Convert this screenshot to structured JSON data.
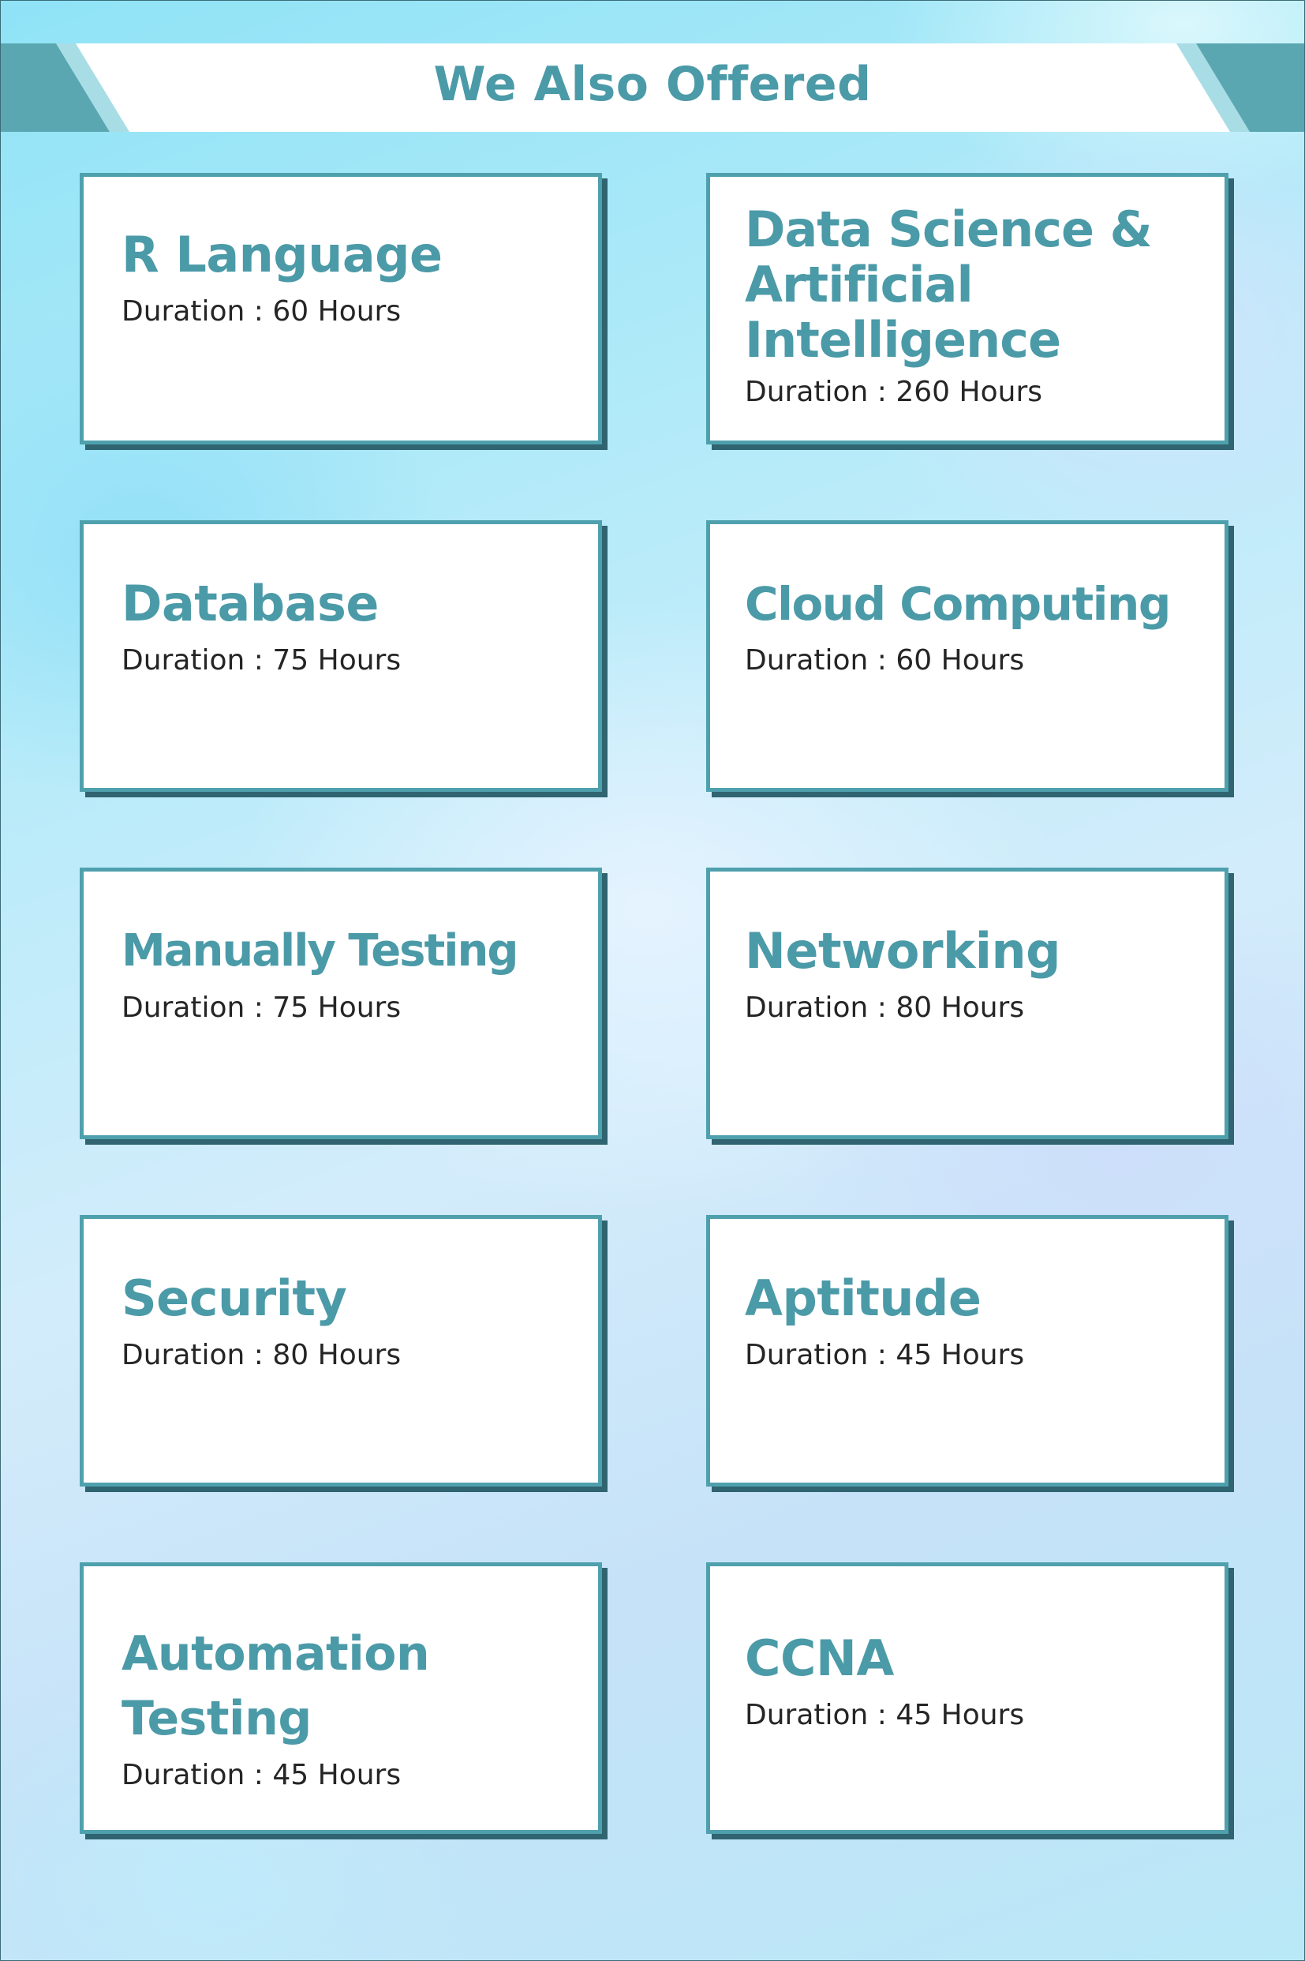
{
  "header": {
    "title": "We Also Offered"
  },
  "colors": {
    "accent": "#4b9aa8",
    "card_border": "#4fa0ad",
    "card_shadow": "#2f6470",
    "text": "#252525"
  },
  "courses": [
    {
      "title": "R Language",
      "duration": "Duration : 60 Hours"
    },
    {
      "title": "Data Science & Artificial Intelligence",
      "duration": "Duration : 260 Hours"
    },
    {
      "title": "Database",
      "duration": "Duration : 75 Hours"
    },
    {
      "title": "Cloud Computing",
      "duration": "Duration : 60 Hours"
    },
    {
      "title": "Manually Testing",
      "duration": "Duration : 75 Hours"
    },
    {
      "title": "Networking",
      "duration": "Duration : 80 Hours"
    },
    {
      "title": "Security",
      "duration": "Duration : 80 Hours"
    },
    {
      "title": "Aptitude",
      "duration": "Duration : 45 Hours"
    },
    {
      "title": "Automation Testing",
      "duration": "Duration : 45 Hours"
    },
    {
      "title": "CCNA",
      "duration": "Duration : 45 Hours"
    }
  ]
}
